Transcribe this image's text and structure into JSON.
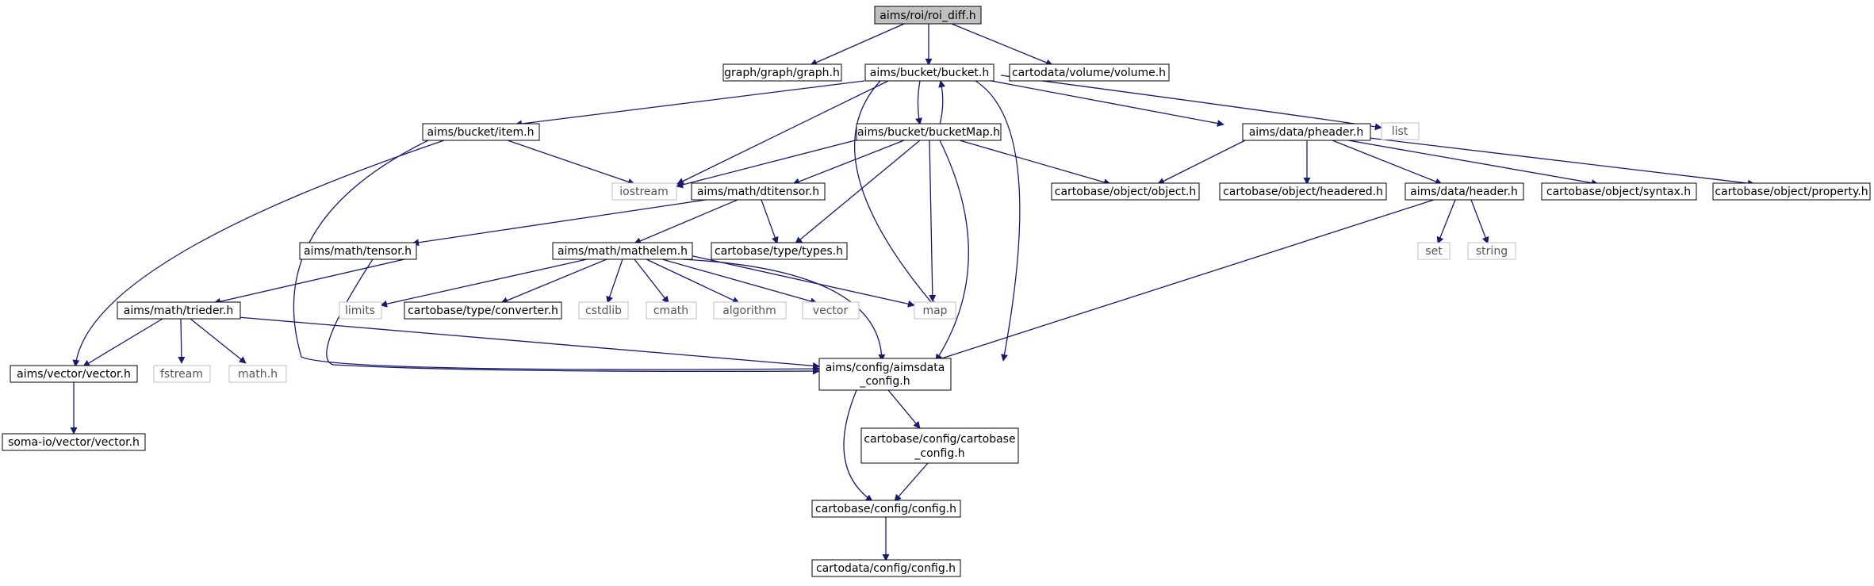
{
  "nodes": {
    "roi_diff": "aims/roi/roi_diff.h",
    "graph": "graph/graph/graph.h",
    "bucket": "aims/bucket/bucket.h",
    "volume": "cartodata/volume/volume.h",
    "item": "aims/bucket/item.h",
    "bucketmap": "aims/bucket/bucketMap.h",
    "pheader": "aims/data/pheader.h",
    "list": "list",
    "iostream": "iostream",
    "dtitensor": "aims/math/dtitensor.h",
    "object": "cartobase/object/object.h",
    "headered": "cartobase/object/headered.h",
    "header": "aims/data/header.h",
    "syntax": "cartobase/object/syntax.h",
    "property": "cartobase/object/property.h",
    "tensor": "aims/math/tensor.h",
    "mathelem": "aims/math/mathelem.h",
    "types": "cartobase/type/types.h",
    "set": "set",
    "string": "string",
    "trieder": "aims/math/trieder.h",
    "limits": "limits",
    "converter": "cartobase/type/converter.h",
    "cstdlib": "cstdlib",
    "cmath": "cmath",
    "algorithm": "algorithm",
    "vector": "vector",
    "map": "map",
    "vectorh": "aims/vector/vector.h",
    "fstream": "fstream",
    "mathh": "math.h",
    "aimsdata_config": [
      "aims/config/aimsdata",
      "_config.h"
    ],
    "somaio_vector": "soma-io/vector/vector.h",
    "cartobase_config": [
      "cartobase/config/cartobase",
      "_config.h"
    ],
    "config": "cartobase/config/config.h",
    "cartodata_config": "cartodata/config/config.h"
  },
  "colors": {
    "edge": "#191970",
    "node_border": "#000000",
    "external_border": "#bfbfbf",
    "focus_fill": "#bfbfbf",
    "external_text": "#555555"
  }
}
